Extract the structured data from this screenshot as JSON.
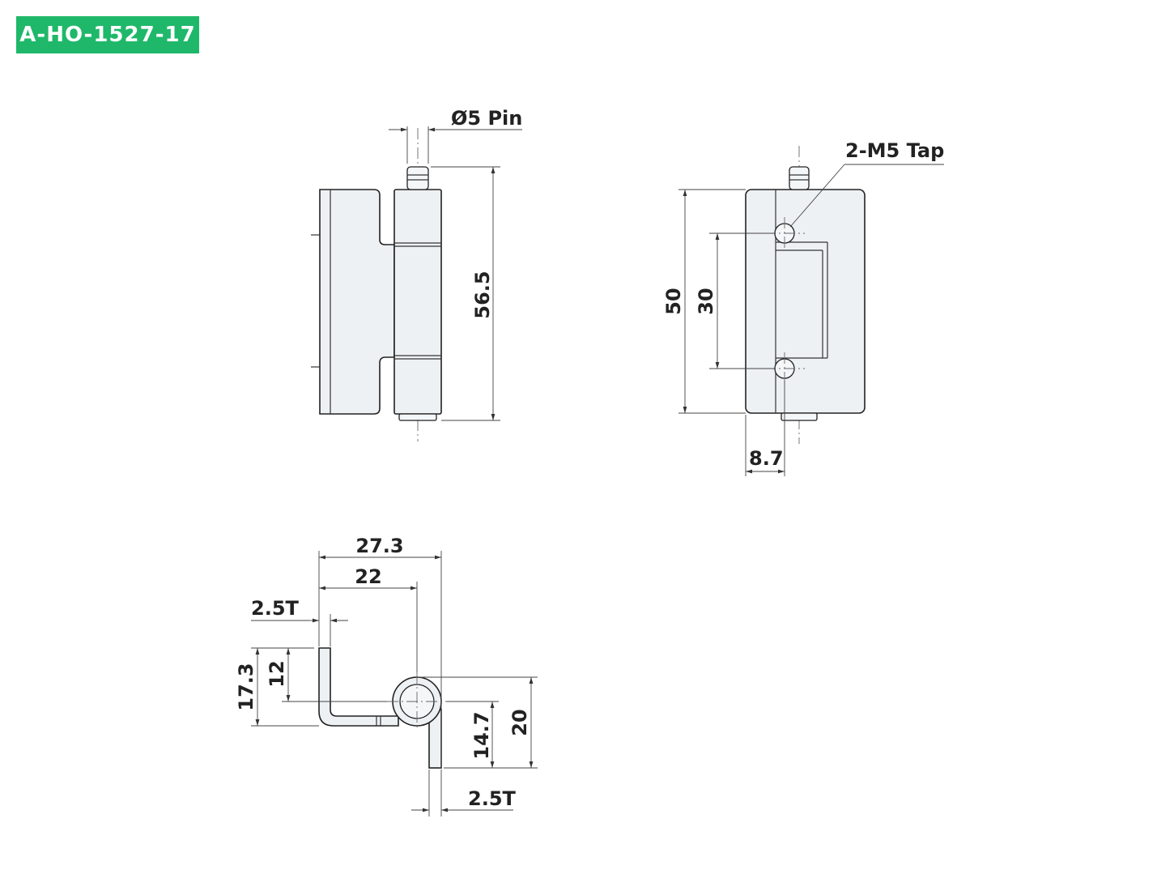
{
  "part_number": "A-HO-1527-17",
  "labels": {
    "pin": "Ø5 Pin",
    "tap": "2-M5 Tap",
    "d56_5": "56.5",
    "d50": "50",
    "d30": "30",
    "d8_7": "8.7",
    "d27_3": "27.3",
    "d22": "22",
    "t_top": "2.5T",
    "d17_3": "17.3",
    "d12": "12",
    "d14_7": "14.7",
    "d20": "20",
    "t_bottom": "2.5T"
  },
  "colors": {
    "badge": "#1fb86a",
    "part_fill": "#eef1f4",
    "line": "#222222"
  }
}
